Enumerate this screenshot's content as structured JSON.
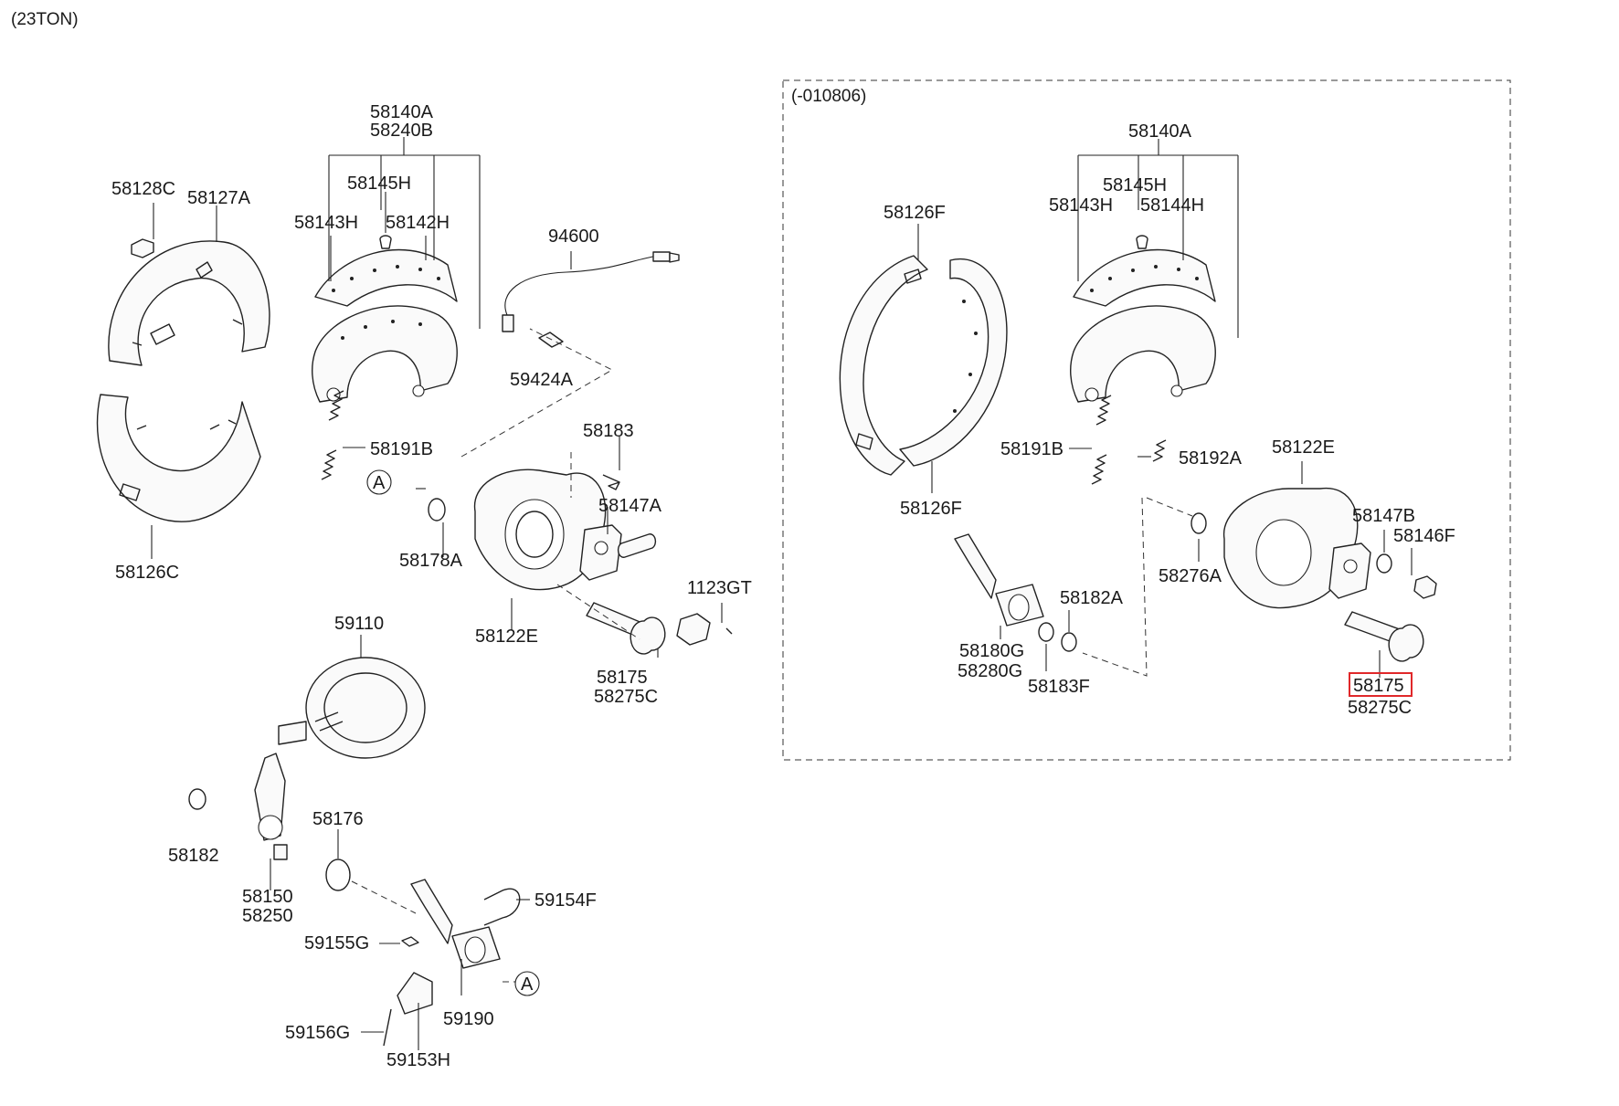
{
  "diagram": {
    "corner_label": "(23TON)",
    "variant_box_label": "(-010806)",
    "highlight_color": "#e0282a",
    "left_labels": {
      "l58140A": "58140A",
      "l58240B": "58240B",
      "l58145H": "58145H",
      "l58143H": "58143H",
      "l58142H": "58142H",
      "l58128C": "58128C",
      "l58127A": "58127A",
      "l94600": "94600",
      "l59424A": "59424A",
      "l58191B": "58191B",
      "lA1": "A",
      "l58183": "58183",
      "l58147A": "58147A",
      "l58178A": "58178A",
      "l58126C": "58126C",
      "l1123GT": "1123GT",
      "l58122E": "58122E",
      "l58175": "58175",
      "l58275C": "58275C",
      "l59110": "59110",
      "l58182": "58182",
      "l58176": "58176",
      "l58150": "58150",
      "l58250": "58250",
      "l59154F": "59154F",
      "l59155G": "59155G",
      "lA2": "A",
      "l59190": "59190",
      "l59156G": "59156G",
      "l59153H": "59153H"
    },
    "right_labels": {
      "r58140A": "58140A",
      "r58145H": "58145H",
      "r58143H": "58143H",
      "r58144H": "58144H",
      "r58126F_top": "58126F",
      "r58191B": "58191B",
      "r58192A": "58192A",
      "r58122E": "58122E",
      "r58126F_bot": "58126F",
      "r58147B": "58147B",
      "r58146F": "58146F",
      "r58276A": "58276A",
      "r58182A": "58182A",
      "r58180G": "58180G",
      "r58280G": "58280G",
      "r58183F": "58183F",
      "r58175": "58175",
      "r58275C": "58275C"
    }
  }
}
